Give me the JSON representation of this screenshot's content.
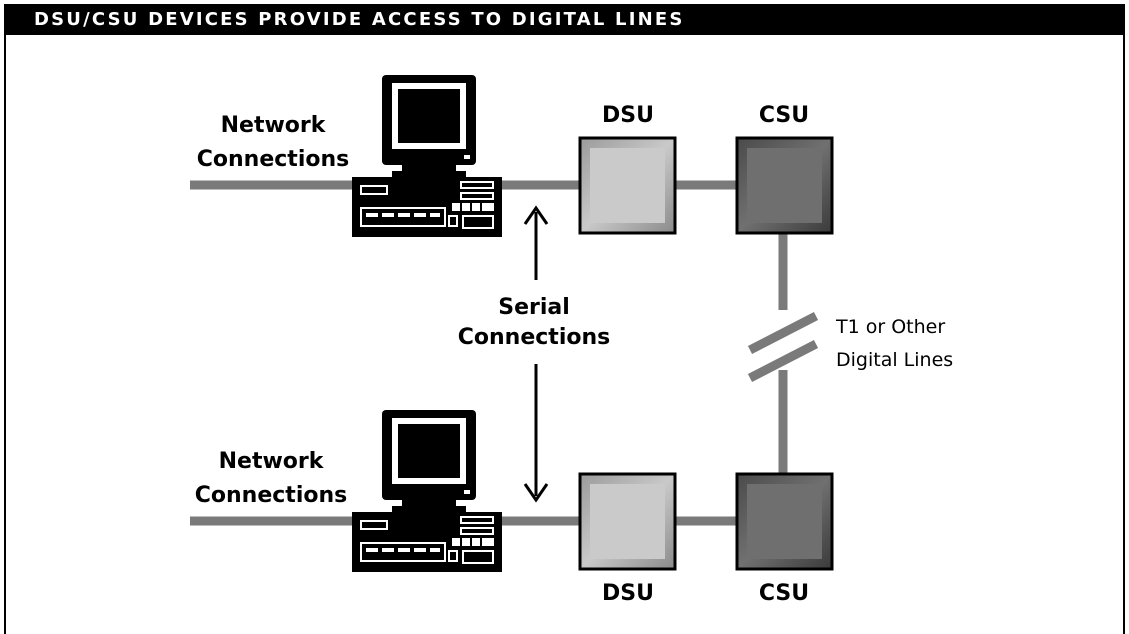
{
  "title": "DSU/CSU DEVICES PROVIDE ACCESS TO DIGITAL LINES",
  "labels": {
    "network_top_line1": "Network",
    "network_top_line2": "Connections",
    "network_bottom_line1": "Network",
    "network_bottom_line2": "Connections",
    "serial_line1": "Serial",
    "serial_line2": "Connections",
    "dsu_top": "DSU",
    "csu_top": "CSU",
    "dsu_bottom": "DSU",
    "csu_bottom": "CSU",
    "digital_line1": "T1 or Other",
    "digital_line2": "Digital Lines"
  },
  "colors": {
    "line": "#7a7a7a",
    "dsu_fill": "#c8c8c8",
    "csu_fill": "#6e6e6e",
    "box_border": "#000000"
  },
  "icons": [
    "computer-icon",
    "arrow-up-icon",
    "arrow-down-icon",
    "line-break-icon"
  ]
}
